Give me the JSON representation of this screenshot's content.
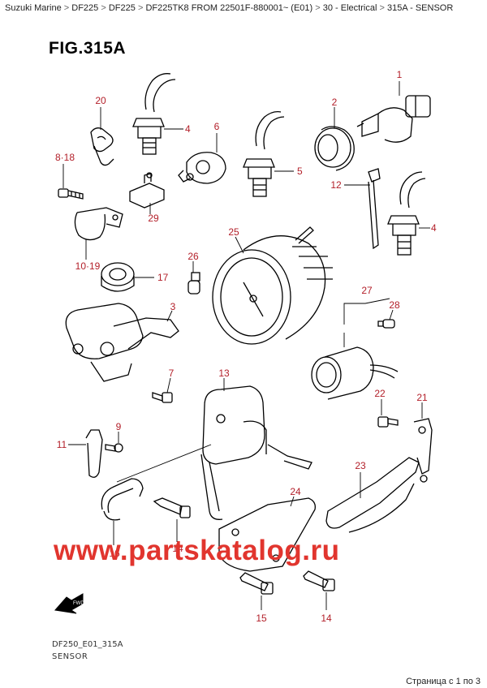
{
  "breadcrumb": {
    "items": [
      "Suzuki Marine",
      "DF225",
      "DF225",
      "DF225TK8 FROM 22501F-880001~ (E01)",
      "30 - Electrical",
      "315A - SENSOR"
    ],
    "separator": ">"
  },
  "figure": {
    "title": "FIG.315A",
    "code": "DF250_E01_315A",
    "name": "SENSOR"
  },
  "callouts": [
    {
      "id": "c1",
      "label": "1"
    },
    {
      "id": "c2",
      "label": "2"
    },
    {
      "id": "c3",
      "label": "3"
    },
    {
      "id": "c4a",
      "label": "4"
    },
    {
      "id": "c4b",
      "label": "4"
    },
    {
      "id": "c5",
      "label": "5"
    },
    {
      "id": "c6",
      "label": "6"
    },
    {
      "id": "c7",
      "label": "7"
    },
    {
      "id": "c8",
      "label": "8·18"
    },
    {
      "id": "c9",
      "label": "9"
    },
    {
      "id": "c10",
      "label": "10·19"
    },
    {
      "id": "c11",
      "label": "11"
    },
    {
      "id": "c12",
      "label": "12"
    },
    {
      "id": "c13",
      "label": "13"
    },
    {
      "id": "c14a",
      "label": "14"
    },
    {
      "id": "c14b",
      "label": "14"
    },
    {
      "id": "c15",
      "label": "15"
    },
    {
      "id": "c16",
      "label": "16"
    },
    {
      "id": "c17",
      "label": "17"
    },
    {
      "id": "c20",
      "label": "20"
    },
    {
      "id": "c21",
      "label": "21"
    },
    {
      "id": "c22",
      "label": "22"
    },
    {
      "id": "c23",
      "label": "23"
    },
    {
      "id": "c24",
      "label": "24"
    },
    {
      "id": "c25",
      "label": "25"
    },
    {
      "id": "c26",
      "label": "26"
    },
    {
      "id": "c27",
      "label": "27"
    },
    {
      "id": "c28",
      "label": "28"
    },
    {
      "id": "c29",
      "label": "29"
    }
  ],
  "fwd_label": "FWD",
  "watermark": "www.partskatalog.ru",
  "pager": "Страница с 1 по 3",
  "colors": {
    "callout": "#b3202a",
    "watermark": "#e1352e",
    "line": "#000000"
  }
}
